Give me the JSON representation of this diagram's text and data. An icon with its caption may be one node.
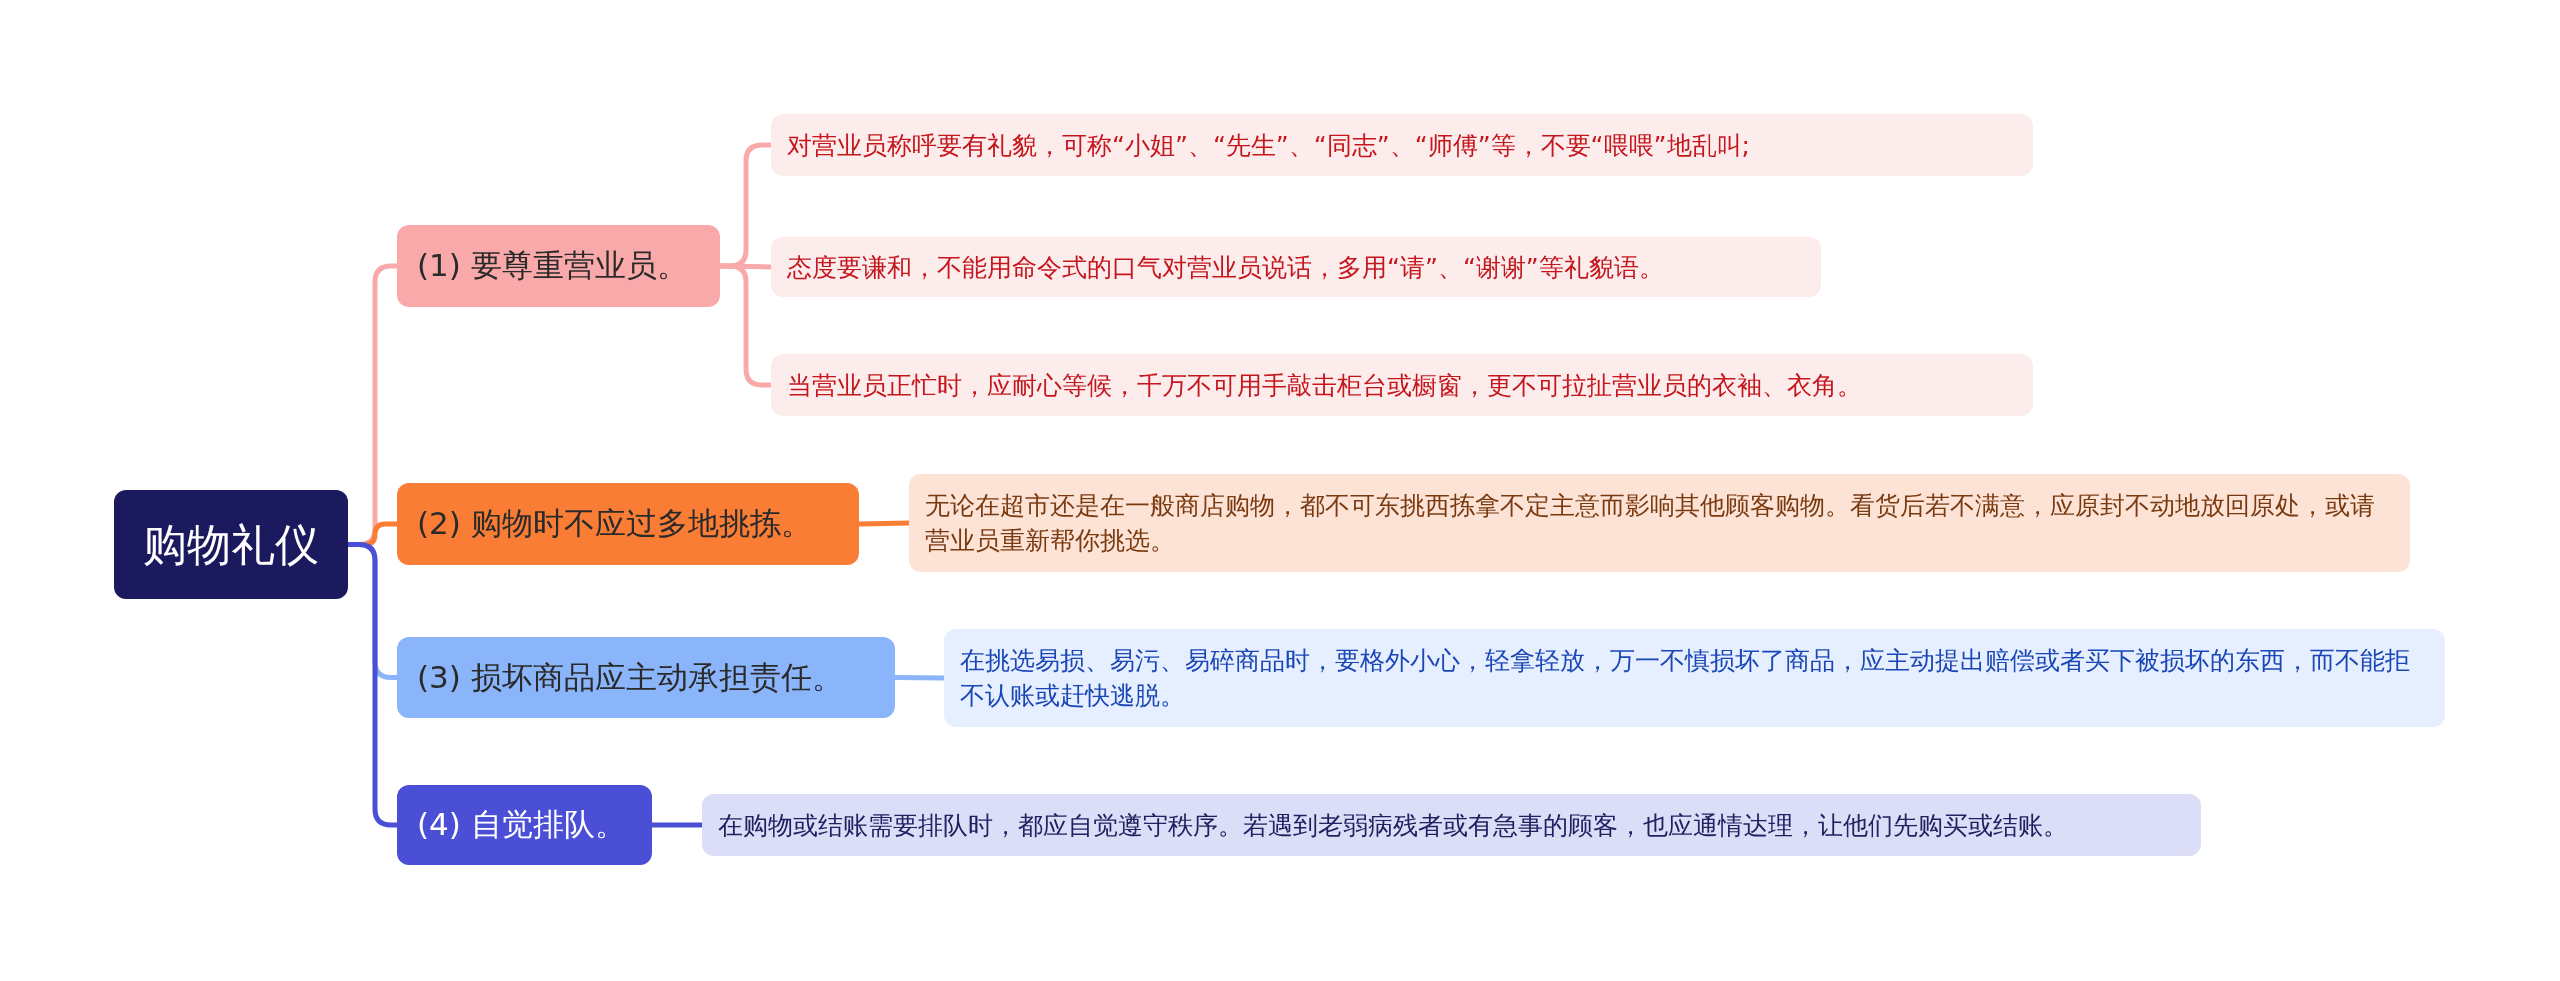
{
  "diagram": {
    "nodes": [
      {
        "text": [
          "购物礼仪"
        ]
      },
      {
        "text": [
          "(1) 要尊重营业员。"
        ]
      },
      {
        "text": [
          "对营业员称呼要有礼貌，可称“小姐”、“先生”、“同志”、“师傅”等，不要“喂喂”地乱叫;"
        ]
      },
      {
        "text": [
          "态度要谦和，不能用命令式的口气对营业员说话，多用“请”、“谢谢”等礼貌语。"
        ]
      },
      {
        "text": [
          "当营业员正忙时，应耐心等候，千万不可用手敲击柜台或橱窗，更不可拉扯营业员的衣袖、衣角。"
        ]
      },
      {
        "text": [
          "(2) 购物时不应过多地挑拣。"
        ]
      },
      {
        "text": [
          "无论在超市还是在一般商店购物，都不可东挑西拣拿不定主意而影响其他顾客购物。看货后若不满意，应原封不动地放回原处，或请营业员重新帮你挑选。"
        ]
      },
      {
        "text": [
          "(3) 损坏商品应主动承担责任。"
        ]
      },
      {
        "text": [
          "在挑选易损、易污、易碎商品时，要格外小心，轻拿轻放，万一不慎损坏了商品，应主动提出赔偿或者买下被损坏的东西，而不能拒不认账或赶快逃脱。"
        ]
      },
      {
        "text": [
          "(4) 自觉排队。"
        ]
      },
      {
        "text": [
          "在购物或结账需要排队时，都应自觉遵守秩序。若遇到老弱病残者或有急事的顾客，也应通情达理，让他们先购买或结账。"
        ]
      }
    ],
    "edges": [
      {
        "from": 0,
        "to": 1,
        "arrow": "none",
        "color": "#f9a9a9"
      },
      {
        "from": 1,
        "to": 2,
        "arrow": "none",
        "color": "#f9a9a9"
      },
      {
        "from": 1,
        "to": 3,
        "arrow": "none",
        "color": "#f9a9a9"
      },
      {
        "from": 1,
        "to": 4,
        "arrow": "none",
        "color": "#f9a9a9"
      },
      {
        "from": 0,
        "to": 5,
        "arrow": "none",
        "color": "#fa7d35"
      },
      {
        "from": 5,
        "to": 6,
        "arrow": "none",
        "color": "#fa7d35"
      },
      {
        "from": 0,
        "to": 7,
        "arrow": "none",
        "color": "#8bb5fb"
      },
      {
        "from": 7,
        "to": 8,
        "arrow": "none",
        "color": "#8bb5fb"
      },
      {
        "from": 0,
        "to": 9,
        "arrow": "none",
        "color": "#4a4fd6"
      },
      {
        "from": 9,
        "to": 10,
        "arrow": "none",
        "color": "#4a4fd6"
      }
    ]
  }
}
